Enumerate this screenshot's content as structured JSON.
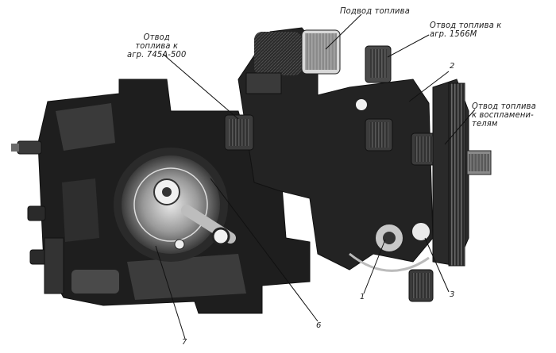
{
  "callouts": {
    "fuel_inlet": "Подвод топлива",
    "fuel_outlet_1566m": "Отвод топлива к\nагр. 1566М",
    "fuel_outlet_745a": "Отвод\nтоплива к\nагр. 745А-500",
    "fuel_outlet_igniters": "Отвод топлива\nк воспламени-\nтелям"
  },
  "part_numbers": {
    "n1": "1",
    "n2": "2",
    "n3": "3",
    "n6": "6",
    "n7": "7"
  }
}
